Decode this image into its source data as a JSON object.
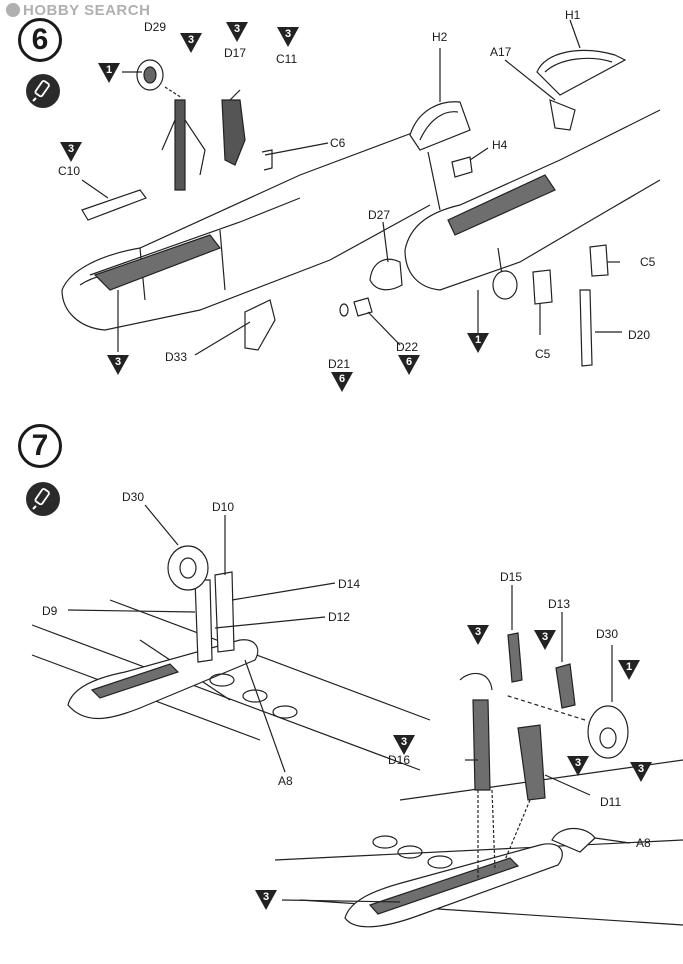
{
  "watermark": {
    "text": "HOBBY SEARCH"
  },
  "steps": [
    {
      "number": "6"
    },
    {
      "number": "7"
    }
  ],
  "icons": {
    "glue": "glue-tube-icon",
    "step_marker": "triangle-marker-icon"
  },
  "step6": {
    "parts": [
      "D29",
      "D17",
      "C11",
      "C6",
      "C10",
      "D33",
      "H2",
      "H1",
      "A17",
      "H4",
      "D27",
      "C5",
      "D20",
      "C5",
      "D21",
      "D22"
    ],
    "markers": [
      "3",
      "1",
      "3",
      "3",
      "3",
      "3",
      "1",
      "6",
      "6"
    ]
  },
  "step7": {
    "parts": [
      "D30",
      "D10",
      "D14",
      "D9",
      "D12",
      "A8",
      "D15",
      "D13",
      "D30",
      "D16",
      "D11",
      "A8"
    ],
    "markers": [
      "3",
      "3",
      "1",
      "3",
      "3",
      "3",
      "3"
    ]
  }
}
